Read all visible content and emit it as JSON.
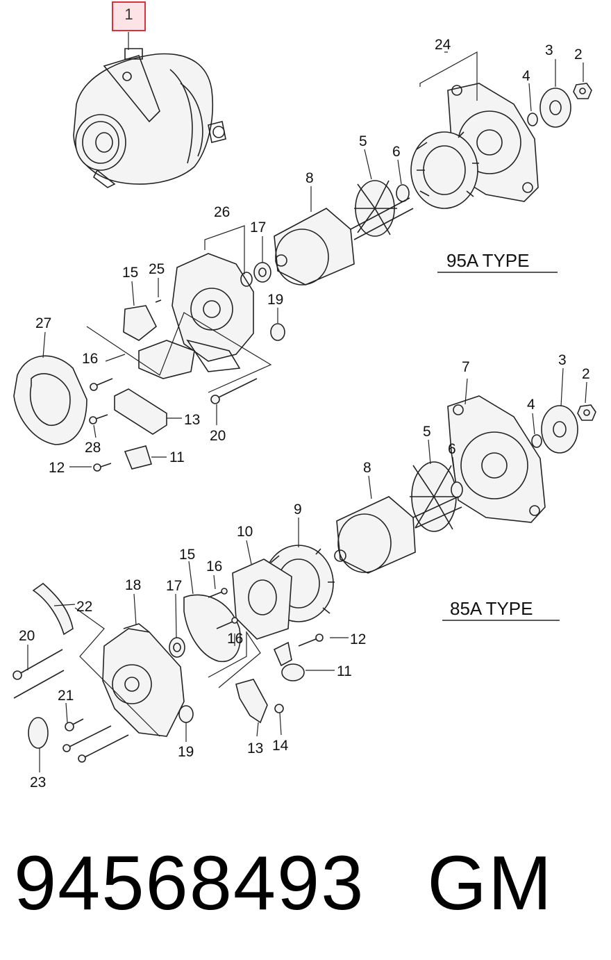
{
  "highlighted_part": "1",
  "sections": {
    "top_type": "95A TYPE",
    "bottom_type": "85A TYPE"
  },
  "labels_top": {
    "p24": "24",
    "p3": "3",
    "p2": "2",
    "p4": "4",
    "p5": "5",
    "p6": "6",
    "p8": "8",
    "p26": "26",
    "p17": "17",
    "p15": "15",
    "p25": "25",
    "p19": "19",
    "p27": "27",
    "p16": "16",
    "p13": "13",
    "p28": "28",
    "p20": "20",
    "p12": "12",
    "p11": "11"
  },
  "labels_bottom": {
    "p7": "7",
    "p3": "3",
    "p2": "2",
    "p4": "4",
    "p5": "5",
    "p6": "6",
    "p8": "8",
    "p9": "9",
    "p10": "10",
    "p15": "15",
    "p16a": "16",
    "p18": "18",
    "p17": "17",
    "p22": "22",
    "p20": "20",
    "p16b": "16",
    "p12": "12",
    "p11": "11",
    "p21": "21",
    "p19": "19",
    "p13": "13",
    "p14": "14",
    "p23": "23"
  },
  "caption": {
    "part_number": "94568493",
    "brand": "GM"
  }
}
